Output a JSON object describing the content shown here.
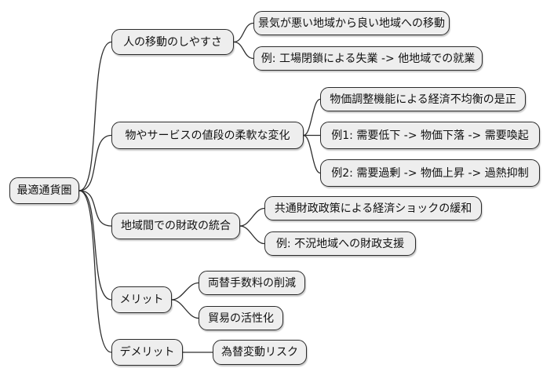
{
  "diagram": {
    "type": "mindmap",
    "colors": {
      "background": "#ffffff",
      "node_fill": "#eeeeee",
      "node_border": "#2b2b2b",
      "edge": "#2e2e2e",
      "text": "#111111"
    },
    "root": {
      "label": "最適通貨圏"
    },
    "branches": [
      {
        "label": "人の移動のしやすさ",
        "children": [
          {
            "label": "景気が悪い地域から良い地域への移動"
          },
          {
            "label": "例: 工場閉鎖による失業 -> 他地域での就業"
          }
        ]
      },
      {
        "label": "物やサービスの値段の柔軟な変化",
        "children": [
          {
            "label": "物価調整機能による経済不均衡の是正"
          },
          {
            "label": "例1: 需要低下 -> 物価下落 -> 需要喚起"
          },
          {
            "label": "例2: 需要過剰 -> 物価上昇 -> 過熱抑制"
          }
        ]
      },
      {
        "label": "地域間での財政の統合",
        "children": [
          {
            "label": "共通財政政策による経済ショックの緩和"
          },
          {
            "label": "例: 不況地域への財政支援"
          }
        ]
      },
      {
        "label": "メリット",
        "children": [
          {
            "label": "両替手数料の削減"
          },
          {
            "label": "貿易の活性化"
          }
        ]
      },
      {
        "label": "デメリット",
        "children": [
          {
            "label": "為替変動リスク"
          }
        ]
      }
    ]
  }
}
